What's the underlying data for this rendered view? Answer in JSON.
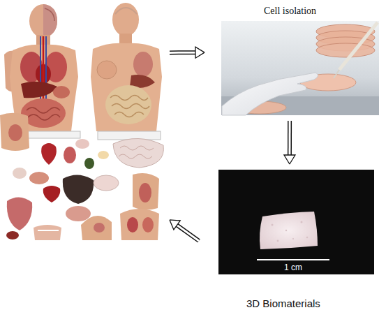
{
  "diagram": {
    "nodes": [
      {
        "text": []
      },
      {
        "text": [
          "Cell isolation"
        ]
      },
      {
        "text": [
          "3D Biomaterials"
        ]
      }
    ],
    "edges": [
      {
        "from": 0,
        "to": 1,
        "arrow": "to"
      },
      {
        "from": 1,
        "to": 2,
        "arrow": "to"
      },
      {
        "from": 2,
        "to": 0,
        "arrow": "to"
      }
    ],
    "labels": [
      "1 cm"
    ]
  }
}
